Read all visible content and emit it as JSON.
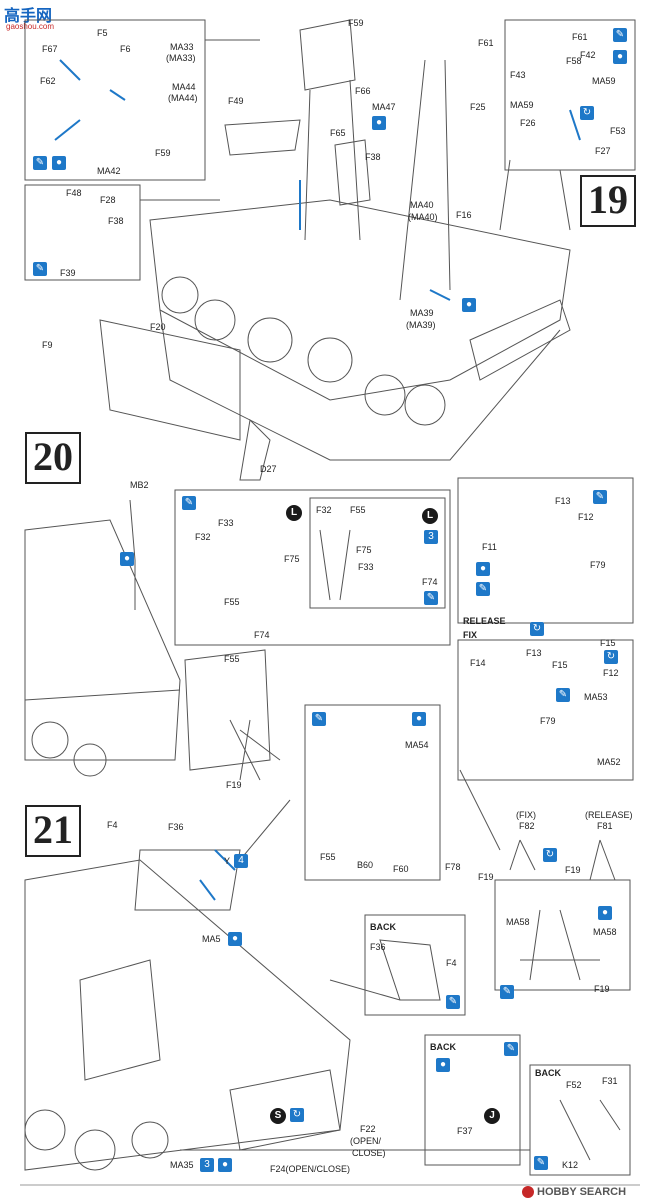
{
  "watermark": {
    "site": "高手网",
    "url": "gaoshou.com",
    "footer_brand": "HOBBY SEARCH"
  },
  "steps": [
    "19",
    "20",
    "21"
  ],
  "step19": {
    "inset_left": [
      "F67",
      "F5",
      "F6",
      "MA33",
      "(MA33)",
      "MA44",
      "(MA44)",
      "F62",
      "F59",
      "MA42"
    ],
    "inset_bottom_left": [
      "F48",
      "F28",
      "F38",
      "F39"
    ],
    "inset_right": [
      "F61",
      "F58",
      "F42",
      "F43",
      "MA59",
      "MA59",
      "F53",
      "F26",
      "F27"
    ],
    "main": [
      "F59",
      "F61",
      "F66",
      "MA47",
      "F25",
      "F49",
      "F65",
      "F38",
      "MA40",
      "(MA40)",
      "F16",
      "F9",
      "F20",
      "MA39",
      "(MA39)",
      "D27"
    ]
  },
  "step20": {
    "main": [
      "MB2",
      "F55",
      "F19"
    ],
    "inset_mid": [
      "F32",
      "F33",
      "F75",
      "F55",
      "F74"
    ],
    "inset_mid_inner": [
      "F32",
      "F55",
      "F75",
      "F33",
      "F74"
    ],
    "inset_right": [
      "F13",
      "F12",
      "F11",
      "F79"
    ],
    "release_label": "RELEASE",
    "fix_label": "FIX",
    "inset_right_fix": [
      "F14",
      "F13",
      "F15",
      "F15",
      "F12",
      "MA53",
      "F79",
      "MA52"
    ],
    "inset_center": [
      "MA54",
      "F55",
      "B60",
      "F60",
      "F78"
    ],
    "callouts": [
      "L",
      "L"
    ]
  },
  "step21": {
    "main": [
      "F4",
      "F36",
      "Y",
      "MA5",
      "MA35",
      "F22",
      "(OPEN/",
      "CLOSE)",
      "F24(OPEN/CLOSE)"
    ],
    "fix_release": [
      "(FIX)",
      "F82",
      "(RELEASE)",
      "F81",
      "F19",
      "F19"
    ],
    "inset_legs": [
      "MA58",
      "MA58",
      "F19"
    ],
    "back1": {
      "title": "BACK",
      "parts": [
        "F36",
        "F4"
      ]
    },
    "back2": {
      "title": "BACK",
      "parts": [
        "F37"
      ],
      "callout": "J"
    },
    "back3": {
      "title": "BACK",
      "parts": [
        "F52",
        "F31",
        "K12"
      ]
    },
    "callouts": [
      "S"
    ]
  },
  "icon_numbers": [
    "4",
    "3",
    "3"
  ]
}
